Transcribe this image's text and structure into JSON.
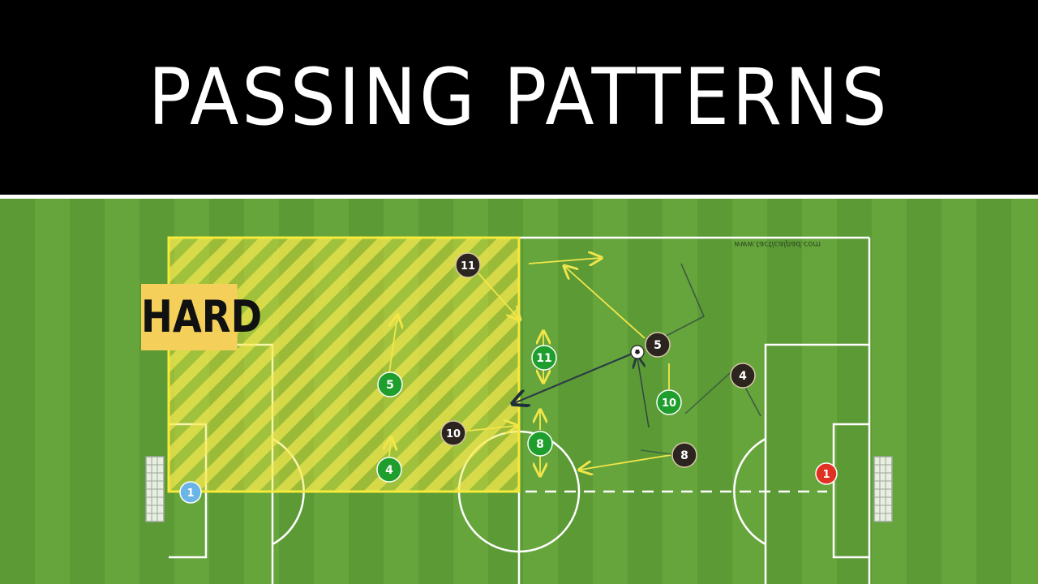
{
  "title": "PASSING PATTERNS",
  "zone_label": "HARD",
  "watermark": "www.tacticalpad.com",
  "colors": {
    "green_team": "#1e9e2c",
    "black_team": "#2b241f",
    "keeper_blue": "#6ab4e6",
    "keeper_red": "#e03222",
    "zone_yellow": "#f4e13a",
    "hard_label_bg": "#f4cf5a"
  },
  "players": [
    {
      "id": "green-keeper-1",
      "number": "1",
      "team": "blue"
    },
    {
      "id": "green-4",
      "number": "4",
      "team": "green"
    },
    {
      "id": "green-5",
      "number": "5",
      "team": "green"
    },
    {
      "id": "green-11",
      "number": "11",
      "team": "green"
    },
    {
      "id": "green-8",
      "number": "8",
      "team": "green"
    },
    {
      "id": "green-10",
      "number": "10",
      "team": "green"
    },
    {
      "id": "black-11",
      "number": "11",
      "team": "black"
    },
    {
      "id": "black-10",
      "number": "10",
      "team": "black"
    },
    {
      "id": "black-5",
      "number": "5",
      "team": "black"
    },
    {
      "id": "black-4",
      "number": "4",
      "team": "black"
    },
    {
      "id": "black-8",
      "number": "8",
      "team": "black"
    },
    {
      "id": "red-keeper-1",
      "number": "1",
      "team": "red"
    }
  ],
  "ball_icon": "soccer-ball-icon"
}
